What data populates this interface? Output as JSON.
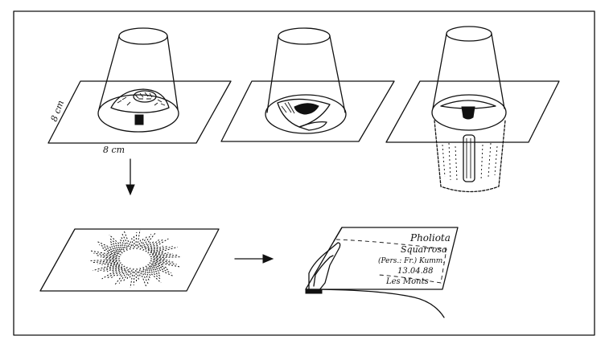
{
  "labels": {
    "dim_side": "8 cm",
    "dim_bottom": "8 cm"
  },
  "envelope_note": {
    "line1": "Pholiota",
    "line2": "Squarrosa",
    "line3": "(Pers.: Fr.) Kumm.",
    "line4": "13.04.88",
    "line5": "Les Monts"
  }
}
